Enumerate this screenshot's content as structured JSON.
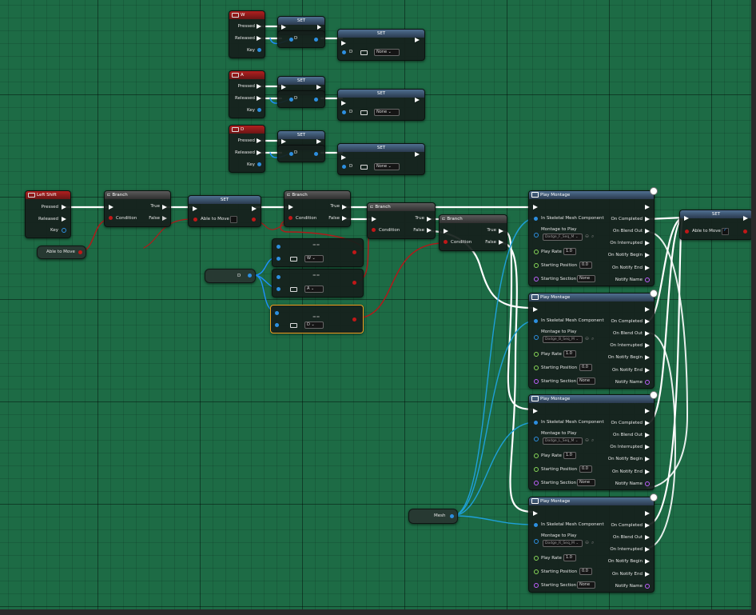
{
  "keys": [
    {
      "key": "W",
      "pressed": "Pressed",
      "released": "Released",
      "keypin": "Key"
    },
    {
      "key": "A",
      "pressed": "Pressed",
      "released": "Released",
      "keypin": "Key"
    },
    {
      "key": "D",
      "pressed": "Pressed",
      "released": "Released",
      "keypin": "Key"
    }
  ],
  "set_label": "SET",
  "d_label": "D",
  "none_value": "None",
  "left_shift": {
    "key": "Left Shift",
    "pressed": "Pressed",
    "released": "Released",
    "keypin": "Key"
  },
  "able_to_move": "Able to Move",
  "branch": {
    "title": "Branch",
    "condition": "Condition",
    "true": "True",
    "false": "False"
  },
  "equals": [
    {
      "value": "W"
    },
    {
      "value": "A"
    },
    {
      "value": "D"
    }
  ],
  "d_var": "D",
  "mesh_var": "Mesh",
  "montages": [
    {
      "title": "Play Montage",
      "montage": "Dodge_F_Seq_M"
    },
    {
      "title": "Play Montage",
      "montage": "Dodge_B_Seq_M"
    },
    {
      "title": "Play Montage",
      "montage": "Dodge_L_Seq_M"
    },
    {
      "title": "Play Montage",
      "montage": "Dodge_R_Seq_M"
    }
  ],
  "montage_pins": {
    "in_mesh": "In Skeletal Mesh Component",
    "montage_to_play": "Montage to Play",
    "play_rate": "Play Rate",
    "play_rate_value": "1.0",
    "starting_position": "Starting Position",
    "starting_position_value": "0.0",
    "starting_section": "Starting Section",
    "starting_section_value": "None",
    "on_completed": "On Completed",
    "on_blend_out": "On Blend Out",
    "on_interrupted": "On Interrupted",
    "on_notify_begin": "On Notify Begin",
    "on_notify_end": "On Notify End",
    "notify_name": "Notify Name"
  },
  "colors": {
    "grid": "#1d6b45",
    "exec": "#ffffff",
    "bool": "#c01818",
    "object": "#1e90ff",
    "selected": "#f0a020"
  }
}
